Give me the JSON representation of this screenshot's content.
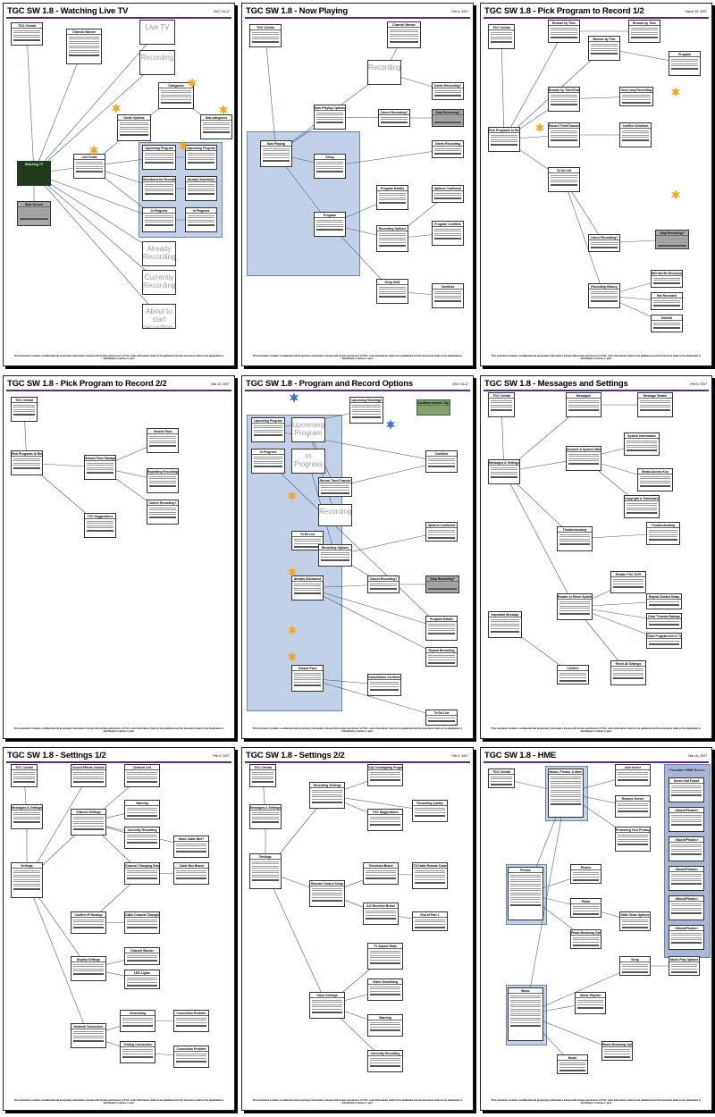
{
  "footer": "This document contains confidential and proprietary information.  Except with written permission of TGC, such information shall not be published and the document shall not be duplicated or distributed, in whole or part.",
  "colors": {
    "title_rule": "#5b2a78",
    "region": "#c3d1e8",
    "star": "#f5a623",
    "star_alt": "#3a6fd8"
  },
  "pages": [
    {
      "title": "TGC SW 1.8 - Watching Live TV",
      "date": "2007-04-17",
      "nodes": [
        "TGC Central",
        "Channel Banner",
        "Live TV",
        "Recording",
        "Categories",
        "Guide Options",
        "Sub-categories",
        "Live Guide",
        "Upcoming Program",
        "Upcoming Program",
        "Scheduled for Recording",
        "Already Scheduled",
        "In Progress",
        "In Progress",
        "Already Recording",
        "Currently Recording",
        "About to start recording...",
        "Watching TV",
        "Blue Screen"
      ]
    },
    {
      "title": "TGC SW 1.8 - Now Playing",
      "date": "Feb 6, 2007",
      "nodes": [
        "TGC Central",
        "Now Playing",
        "Now Playing Options",
        "Setup",
        "Program",
        "Recording",
        "Channel Banner",
        "Delete Recording?",
        "Cancel Recording?",
        "Stop Recording?",
        "Delete Recording",
        "Program Details",
        "Options Confirmed",
        "Recording Options",
        "Program Conflicts",
        "Keep Until",
        "Conflicts"
      ]
    },
    {
      "title": "TGC SW 1.8 - Pick Program to Record 1/2",
      "date": "March 15, 2007",
      "nodes": [
        "TGC Central",
        "Pick Programs to Record",
        "Browse by Time",
        "Browse by Title",
        "Browse by Time",
        "Browse by Time/Channel",
        "Very Long Recording",
        "Record Time/Channel",
        "Confirm Selection",
        "To Do List",
        "Cancel Recording?",
        "Stop Recording?",
        "Recording History",
        "Will Not Be Recorded",
        "Not Recorded",
        "Deleted",
        "Program"
      ]
    },
    {
      "title": "TGC SW 1.8 - Pick Program to Record 2/2",
      "date": "Mar 15, 2007",
      "nodes": [
        "TGC Central",
        "Pick Programs to Record",
        "Season Pass Manager",
        "Season Pass",
        "Repeating Recording",
        "Cancel Recording?",
        "TGC Suggestions"
      ]
    },
    {
      "title": "TGC SW 1.8 - Program and Record Options",
      "date": "2007-04-17",
      "nodes": [
        "Upcoming Showings",
        "Conflicts include Clip Overlapping Programs",
        "Upcoming Program",
        "Upcoming Program",
        "In Progress",
        "In Progress",
        "Record Time/Channel",
        "Recording",
        "To Do List",
        "Recording Options",
        "Cancel Recording?",
        "Stop Recording?",
        "Already Scheduled",
        "Program Details",
        "Repeat Recording",
        "Season Pass",
        "Cancellation Confirmed",
        "Conflicts",
        "Options Confirmed",
        "To Do List"
      ]
    },
    {
      "title": "TGC SW 1.8 - Messages and Settings",
      "date": "Feb 6, 2007",
      "nodes": [
        "TGC Central",
        "Messages",
        "Message Details",
        "Messages & Settings",
        "Account & System Information",
        "System Information",
        "Media Access Key",
        "Copyright & Trademarks",
        "Troubleshooting",
        "Troubleshooting",
        "Important Message",
        "Restart or Reset System",
        "Restart TGC DVR",
        "Repeat Guided Setup",
        "Clear Thumbs Ratings",
        "Clear Program Info & To Do List",
        "Reset All Settings",
        "Confirm"
      ]
    },
    {
      "title": "TGC SW 1.8 - Settings 1/2",
      "date": "Feb 6, 2007",
      "nodes": [
        "TGC Central",
        "Sound Effects Volume",
        "Channel List",
        "Messages & Settings",
        "Channel Settings",
        "Warning",
        "Currently Recording",
        "Same Cable Box?",
        "Settings",
        "Channel Changing Setup",
        "Cable Box Brand",
        "Confirm IR Hookup",
        "Cable Channel Changing",
        "Display Settings",
        "Channel Banner",
        "LED Lights",
        "Network Connection",
        "Connecting",
        "Connection Problem",
        "Testing Connection",
        "Connection Problem"
      ]
    },
    {
      "title": "TGC SW 1.8 - Settings 2/2",
      "date": "Feb 6, 2007",
      "nodes": [
        "TGC Central",
        "Recording Settings",
        "Clip Overlapping Programs?",
        "Recording Quality",
        "TGC Suggestions",
        "Messages & Settings",
        "Settings",
        "Remote Control Setup",
        "Television Brand",
        "TV/Cable Remote Codes",
        "A/V Receiver Brand",
        "End of Part 1",
        "Video Settings",
        "TV Aspect Ratio",
        "Video Smoothing",
        "Warning",
        "Currently Recording"
      ]
    },
    {
      "title": "TGC SW 1.8 - HME",
      "date": "Mar 15, 2007",
      "region_label": "Possible HME Errors",
      "nodes": [
        "TGC Central",
        "Music, Photos, & More",
        "Add Server",
        "Remove Server",
        "Protecting Your Privacy",
        "Photos",
        "Photos",
        "Photo",
        "Photo Browsing Options",
        "Slide Show Options",
        "Music",
        "Song",
        "Music Playlist",
        "Music Browsing Options",
        "Music",
        "Music Play Options",
        "Server Not Found",
        "<Music/Photos>",
        "<Music/Photos>",
        "<Music/Photos>",
        "<Music/Photos>",
        "<Music/Photos>"
      ]
    }
  ]
}
